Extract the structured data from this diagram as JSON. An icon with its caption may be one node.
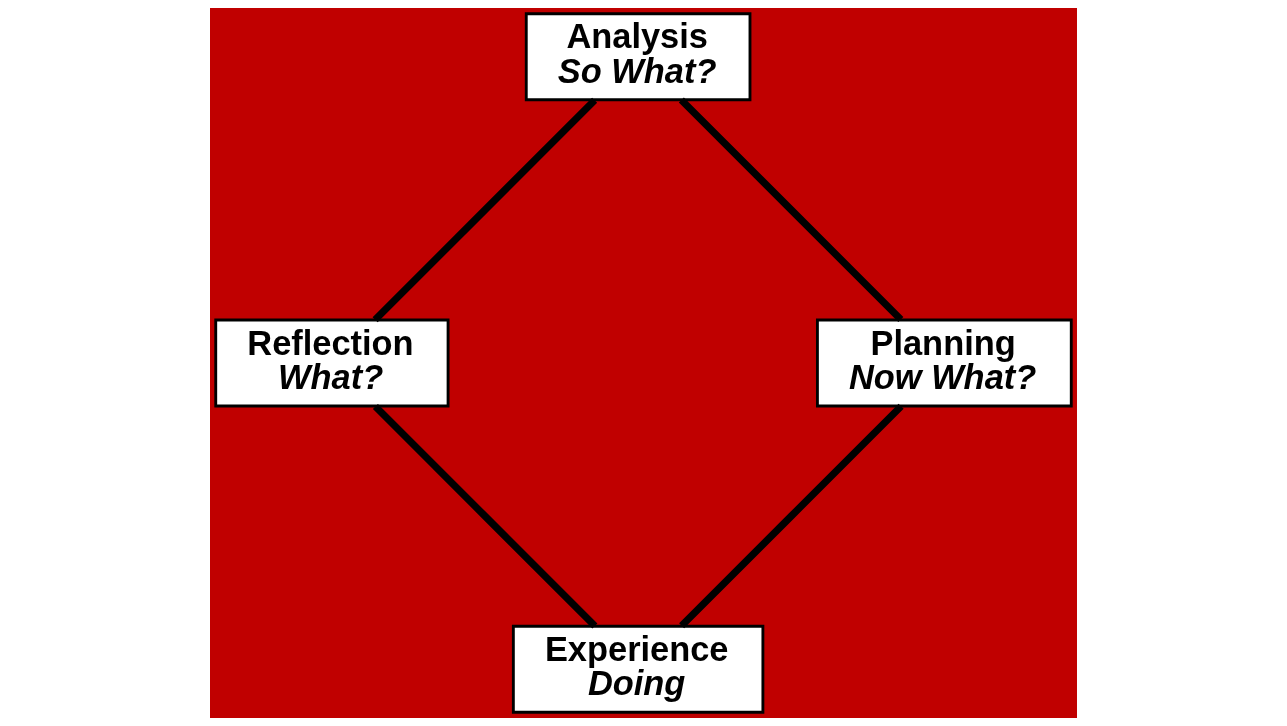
{
  "diagram": {
    "nodes": [
      {
        "text": [
          "Experience",
          "Doing"
        ]
      },
      {
        "text": [
          "Planning",
          "Now What?"
        ]
      },
      {
        "text": [
          "Reflection",
          "What?"
        ]
      },
      {
        "text": [
          "Analysis",
          "So What?"
        ]
      }
    ],
    "edges": [
      {
        "from": 0,
        "to": 2,
        "arrow": "none"
      },
      {
        "from": 2,
        "to": 3,
        "arrow": "none"
      },
      {
        "from": 3,
        "to": 1,
        "arrow": "none"
      },
      {
        "from": 1,
        "to": 0,
        "arrow": "none"
      }
    ]
  }
}
